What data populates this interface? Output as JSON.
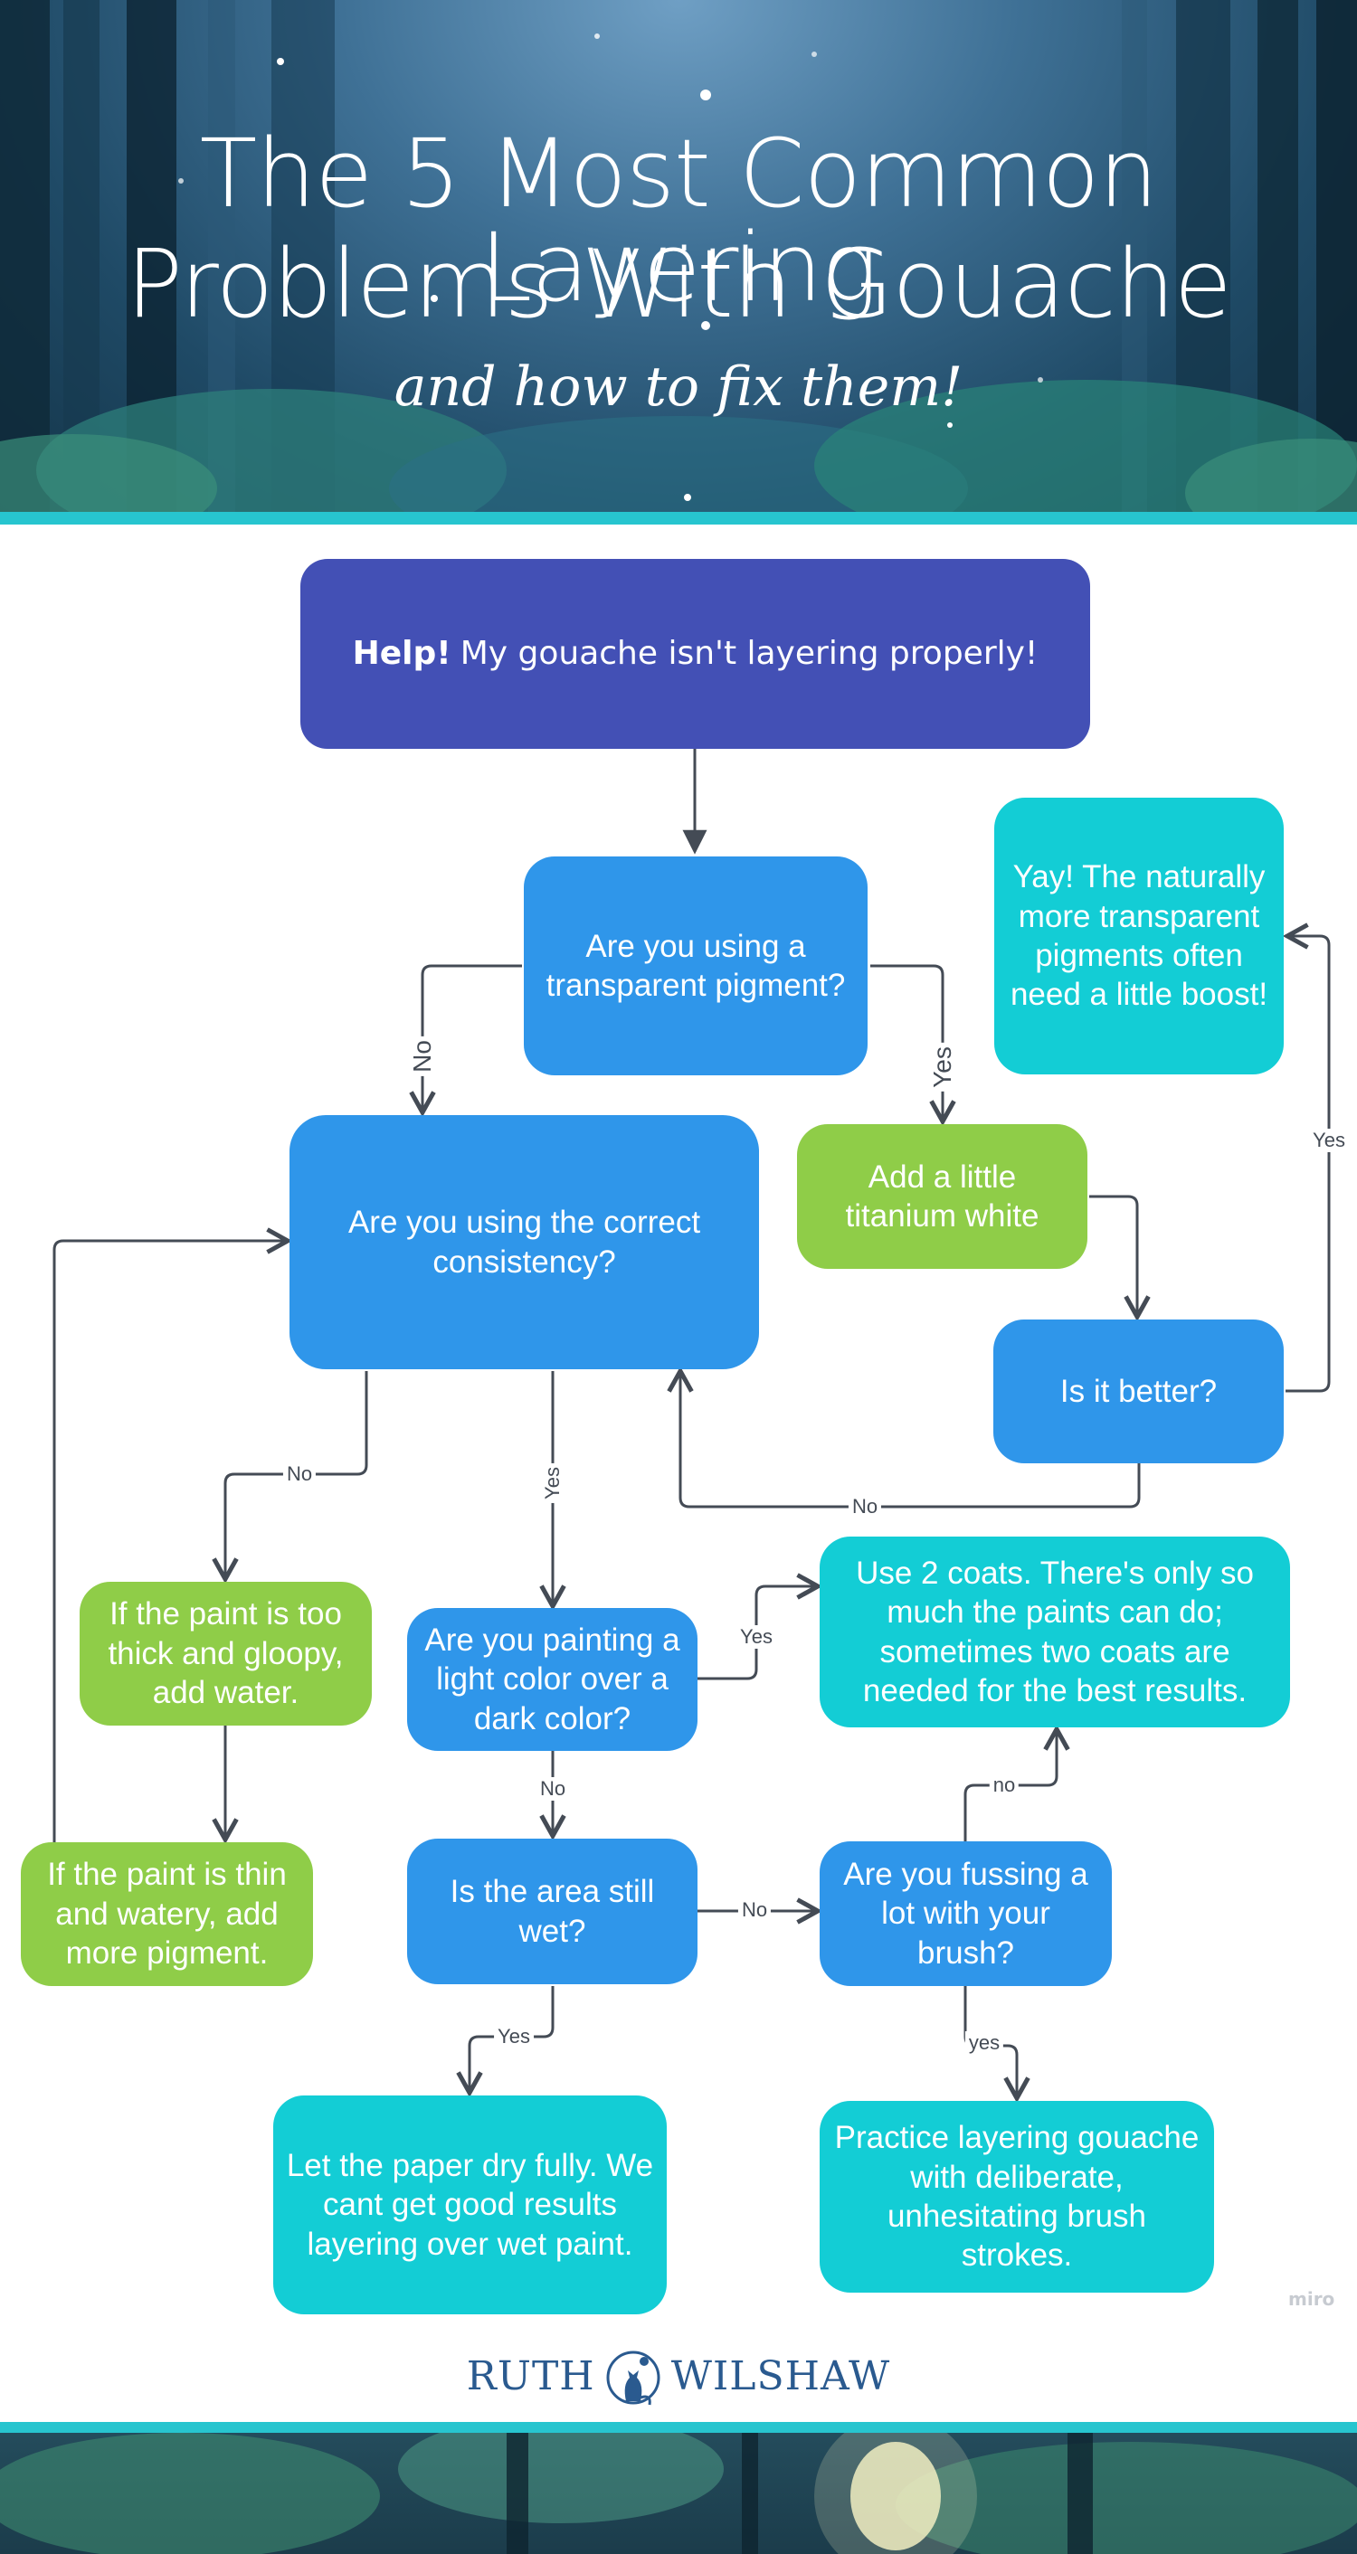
{
  "header": {
    "title_line1": "The 5 Most Common Layering",
    "title_line2": "Problems With Gouache",
    "subtitle": "and how to fix them!"
  },
  "nodes": {
    "start_bold": "Help!",
    "start_text": "My gouache isn't layering properly!",
    "transparent_pigment": "Are you using a transparent pigment?",
    "yay": "Yay! The naturally more transparent pigments often need a little boost!",
    "titanium_white": "Add a little titanium white",
    "correct_consistency": "Are you using the correct consistency?",
    "is_it_better": "Is it better?",
    "too_thick": "If the paint is too thick and gloopy, add water.",
    "light_over_dark": "Are you painting a light color over a dark color?",
    "two_coats": "Use 2 coats. There's only so much the paints can do; sometimes two coats are needed for the best results.",
    "too_thin": "If the paint is thin and watery, add more pigment.",
    "area_wet": "Is the area still wet?",
    "fussing": "Are you fussing a lot with your brush?",
    "let_dry": "Let the paper dry fully. We cant get good results layering over wet paint.",
    "practice": "Practice layering gouache with deliberate, unhesitating brush strokes."
  },
  "edge_labels": {
    "transparent_no": "No",
    "transparent_yes": "Yes",
    "better_yes": "Yes",
    "better_no": "No",
    "consistency_no": "No",
    "consistency_yes": "Yes",
    "light_yes": "Yes",
    "light_no": "No",
    "wet_no": "No",
    "wet_yes": "Yes",
    "fussing_no": "no",
    "fussing_yes": "yes"
  },
  "watermark": "miro",
  "logo": {
    "left": "RUTH",
    "right": "WILSHAW"
  },
  "colors": {
    "question_blue": "#2f96ea",
    "answer_teal": "#13cdd5",
    "fix_green": "#8fcd48",
    "start_indigo": "#4350b5",
    "stripe_teal": "#27c5cf",
    "logo_blue": "#2a5a8f"
  }
}
